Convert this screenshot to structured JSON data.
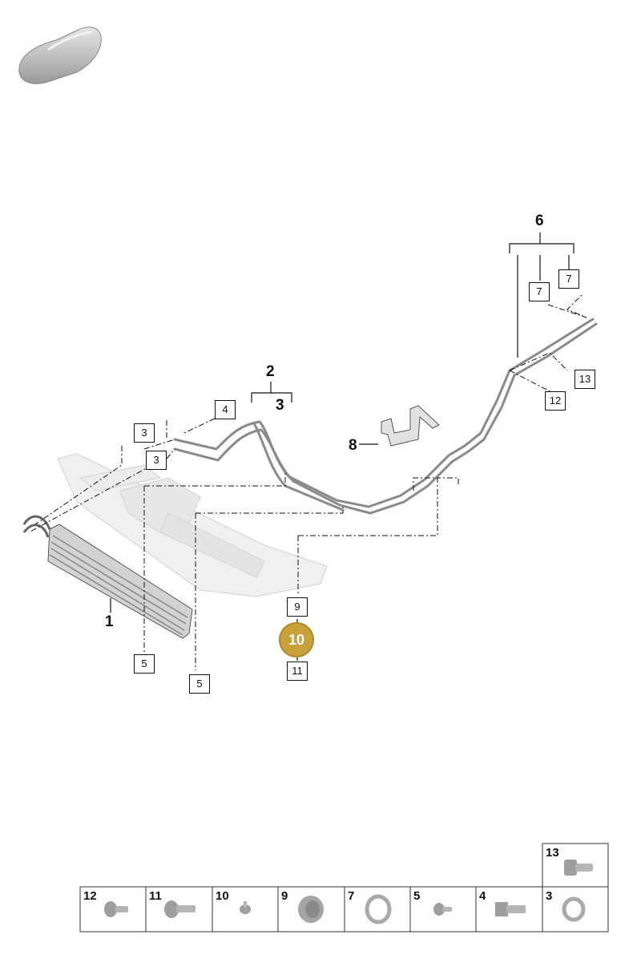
{
  "callouts": [
    {
      "id": "c1",
      "text": "1",
      "style": "plain"
    },
    {
      "id": "c2",
      "text": "2",
      "style": "plain"
    },
    {
      "id": "c3a",
      "text": "3",
      "style": "plain"
    },
    {
      "id": "c3b",
      "text": "3",
      "style": "boxed"
    },
    {
      "id": "c3c",
      "text": "3",
      "style": "boxed"
    },
    {
      "id": "c4",
      "text": "4",
      "style": "boxed"
    },
    {
      "id": "c5a",
      "text": "5",
      "style": "boxed"
    },
    {
      "id": "c5b",
      "text": "5",
      "style": "boxed"
    },
    {
      "id": "c6",
      "text": "6",
      "style": "plain"
    },
    {
      "id": "c7a",
      "text": "7",
      "style": "boxed"
    },
    {
      "id": "c7b",
      "text": "7",
      "style": "boxed"
    },
    {
      "id": "c8",
      "text": "8",
      "style": "plain"
    },
    {
      "id": "c9",
      "text": "9",
      "style": "boxed"
    },
    {
      "id": "c10",
      "text": "10",
      "style": "highlighted"
    },
    {
      "id": "c11",
      "text": "11",
      "style": "boxed"
    },
    {
      "id": "c12",
      "text": "12",
      "style": "boxed"
    },
    {
      "id": "c13",
      "text": "13",
      "style": "boxed"
    }
  ],
  "legend": [
    {
      "number": "13",
      "part": "bolt-flange-icon"
    },
    {
      "number": "12",
      "part": "bolt-short-icon"
    },
    {
      "number": "11",
      "part": "bolt-long-icon"
    },
    {
      "number": "10",
      "part": "clip-small-icon"
    },
    {
      "number": "9",
      "part": "grommet-icon"
    },
    {
      "number": "7",
      "part": "seal-ring-icon"
    },
    {
      "number": "5",
      "part": "screw-small-icon"
    },
    {
      "number": "4",
      "part": "bolt-square-head-icon"
    },
    {
      "number": "3",
      "part": "washer-ring-icon"
    }
  ],
  "colors": {
    "highlight": "#c9a13a",
    "line": "#111111",
    "part": "#bdbdbd"
  }
}
